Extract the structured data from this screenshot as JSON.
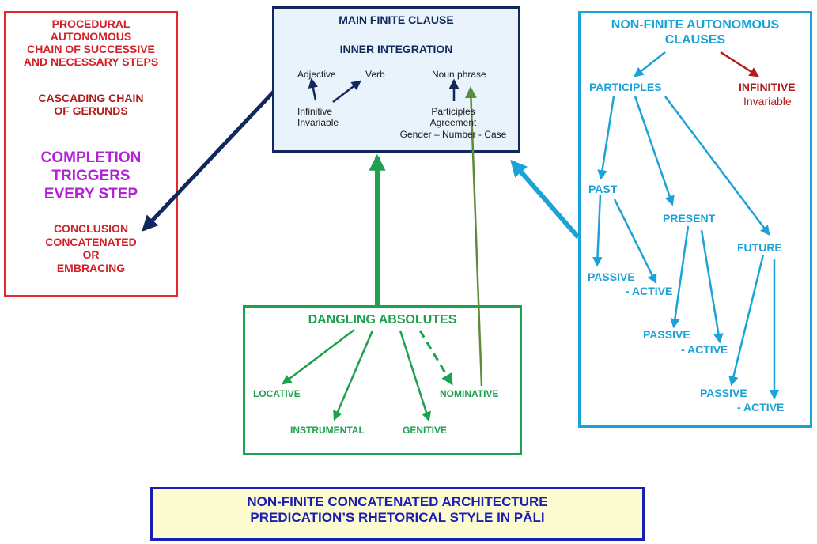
{
  "left_panel": {
    "lines_procedural": [
      "PROCEDURAL",
      "AUTONOMOUS",
      "CHAIN OF SUCCESSIVE",
      "AND NECESSARY STEPS"
    ],
    "lines_cascading": [
      "CASCADING CHAIN",
      "OF GERUNDS"
    ],
    "lines_completion": [
      "COMPLETION",
      "TRIGGERS",
      "EVERY STEP"
    ],
    "lines_conclusion": [
      "CONCLUSION",
      "CONCATENATED",
      "OR",
      "EMBRACING"
    ]
  },
  "main_clause": {
    "title": "MAIN FINITE CLAUSE",
    "subtitle": "INNER INTEGRATION",
    "adjective": "Adjective",
    "verb": "Verb",
    "infinitive_lines": [
      "Infinitive",
      "Invariable"
    ],
    "noun_phrase": "Noun phrase",
    "participles_lines": [
      "Participles",
      "Agreement",
      "Gender – Number - Case"
    ]
  },
  "non_finite": {
    "title_lines": [
      "NON-FINITE AUTONOMOUS",
      "CLAUSES"
    ],
    "participles": "PARTICIPLES",
    "infinitive": "INFINITIVE",
    "infinitive_note": "Invariable",
    "past": "PAST",
    "present": "PRESENT",
    "future": "FUTURE",
    "passive": "PASSIVE",
    "active": "- ACTIVE"
  },
  "dangling": {
    "title": "DANGLING ABSOLUTES",
    "locative": "LOCATIVE",
    "instrumental": "INSTRUMENTAL",
    "genitive": "GENITIVE",
    "nominative": "NOMINATIVE"
  },
  "footer": {
    "lines": [
      "NON-FINITE CONCATENATED ARCHITECTURE",
      "PREDICATION’S RHETORICAL STYLE IN PĀLI"
    ]
  },
  "colors": {
    "red": "#d31f26",
    "navy": "#10285c",
    "cyan": "#1ba3d8",
    "green": "#1ea14e",
    "olive": "#5e8a3a",
    "darkred": "#b01c1c",
    "purple": "#b321d6",
    "blue": "#1a1fb3"
  }
}
